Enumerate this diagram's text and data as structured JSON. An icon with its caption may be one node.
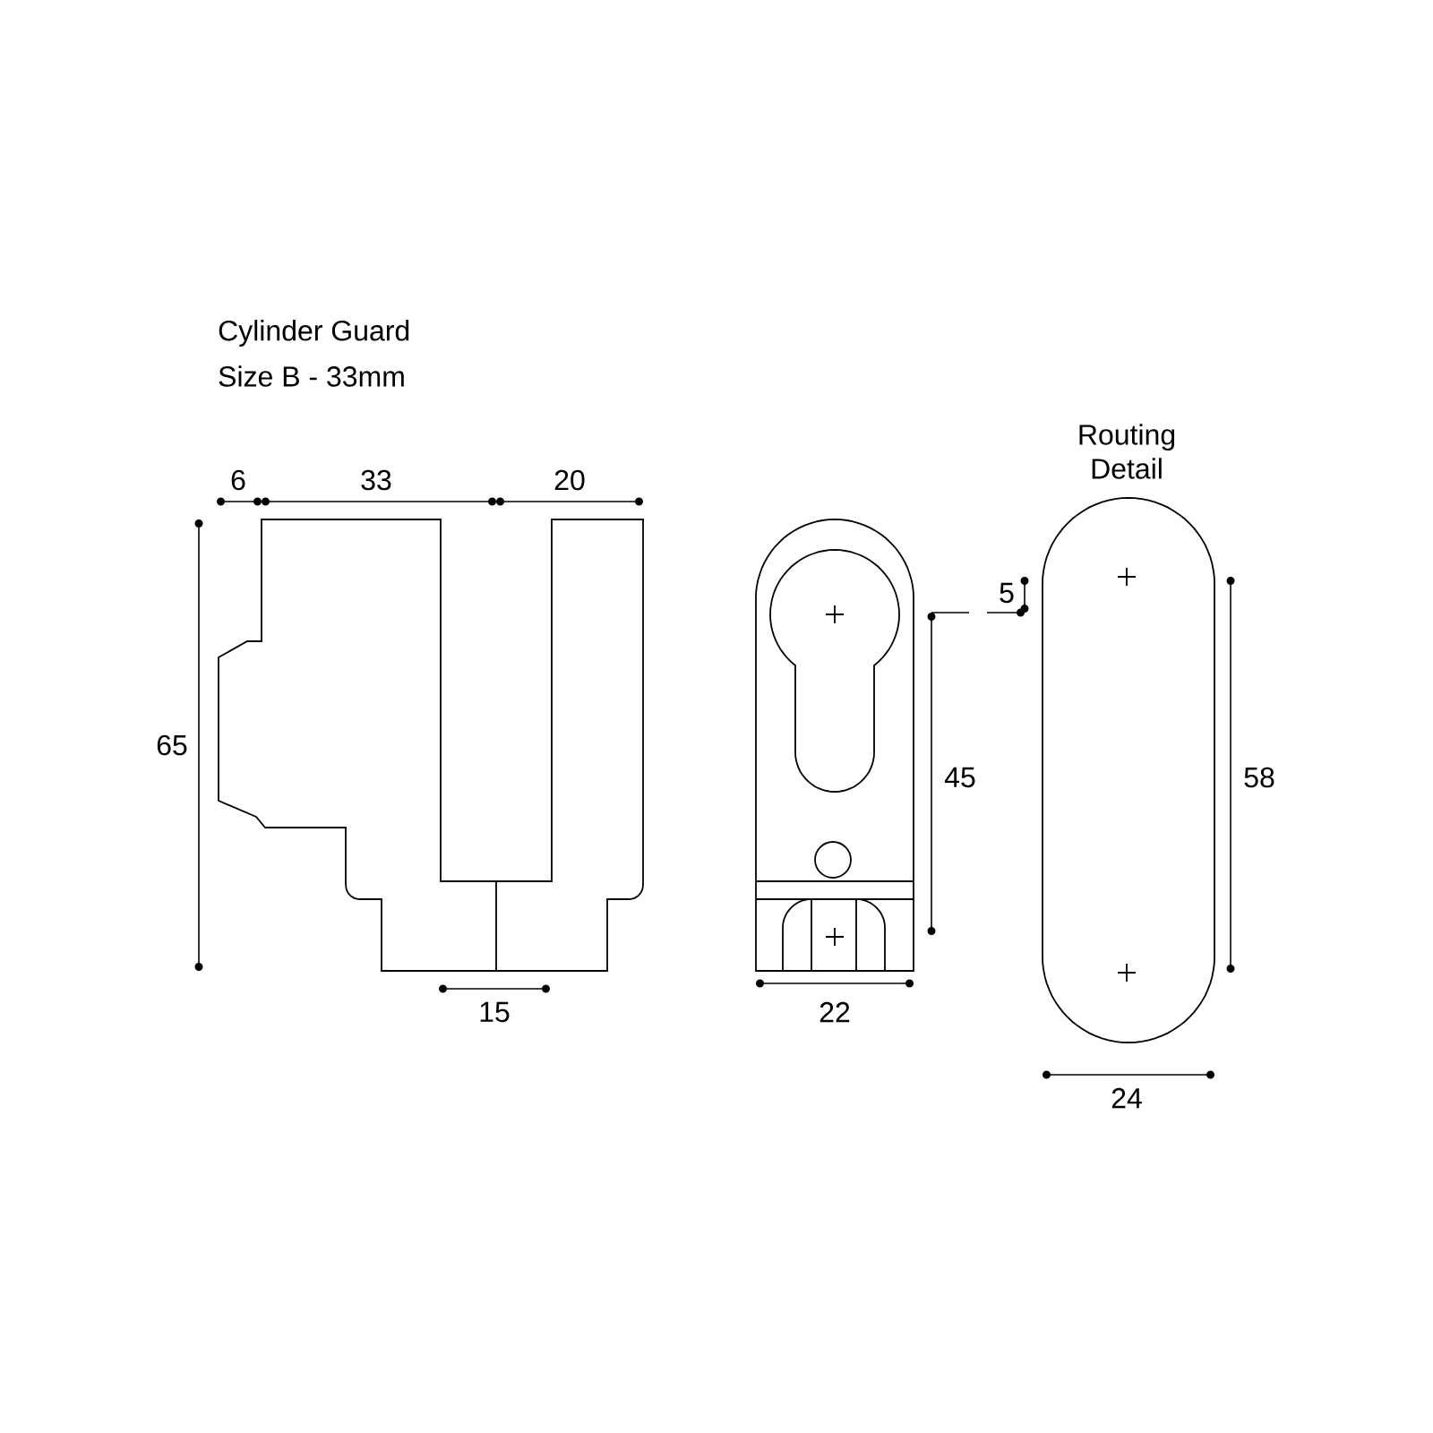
{
  "diagram": {
    "title": "Cylinder Guard",
    "labels": [
      "Size B - 33mm",
      "Routing Detail",
      "6",
      "33",
      "20",
      "5",
      "65",
      "45",
      "58",
      "15",
      "22",
      "24"
    ]
  }
}
